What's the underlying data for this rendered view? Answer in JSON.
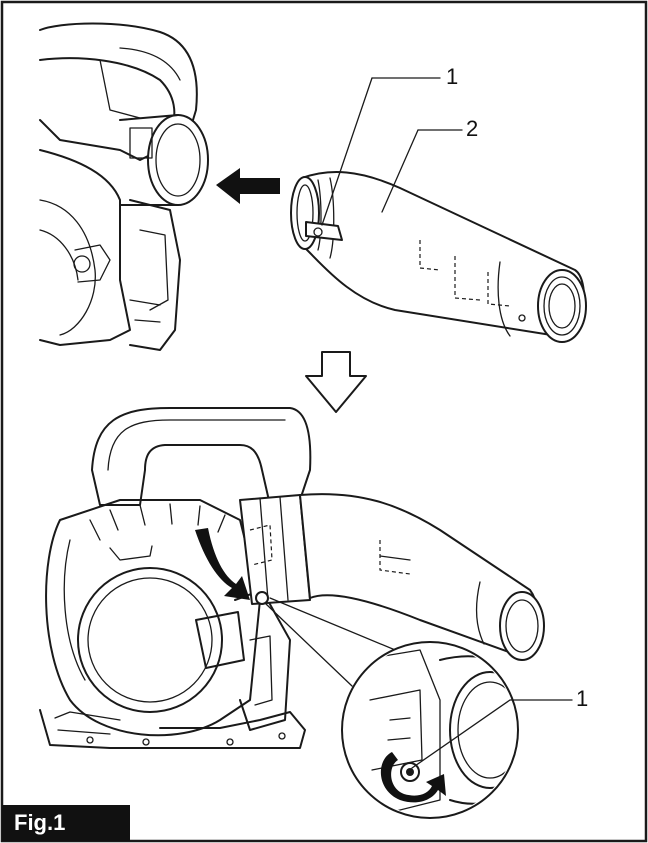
{
  "figure": {
    "label": "Fig.1",
    "callouts": {
      "top_clip": "1",
      "top_pipe": "2",
      "detail_clip": "1"
    }
  },
  "colors": {
    "line": "#1a1a1a",
    "label_background": "#111111",
    "label_text": "#ffffff"
  }
}
